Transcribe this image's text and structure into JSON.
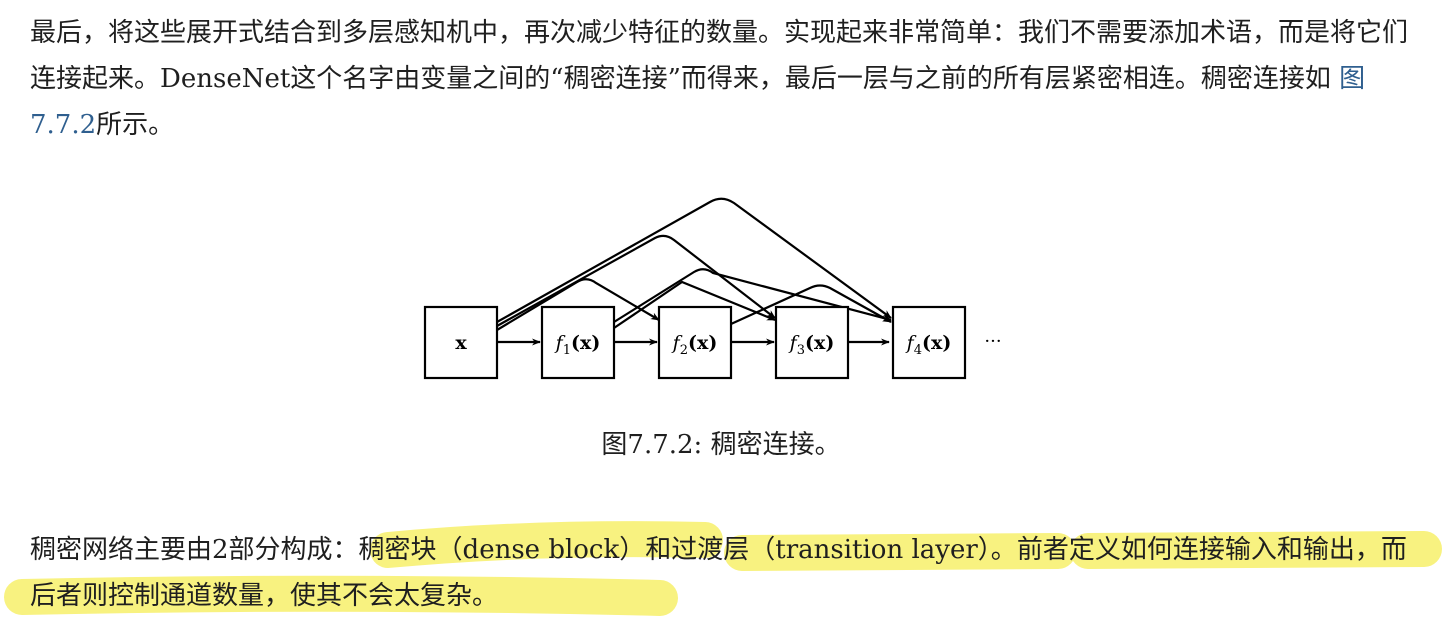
{
  "paragraph1": {
    "text_before_link": "最后，将这些展开式结合到多层感知机中，再次减少特征的数量。实现起来非常简单：我们不需要添加术语，而是将它们连接起来。DenseNet这个名字由变量之间的“稠密连接”而得来，最后一层与之前的所有层紧密相连。稠密连接如 ",
    "link_text": "图7.7.2",
    "text_after_link": "所示。"
  },
  "figure": {
    "nodes": [
      {
        "base": "x",
        "sub": ""
      },
      {
        "base": "f",
        "sub": "1"
      },
      {
        "base": "f",
        "sub": "2"
      },
      {
        "base": "f",
        "sub": "3"
      },
      {
        "base": "f",
        "sub": "4"
      }
    ],
    "arg": "(x)",
    "ellipsis": "···",
    "caption": "图7.7.2: 稠密连接。"
  },
  "paragraph2": {
    "intro": "稠密网络主要由2部分构成：",
    "hl1": "稠密块（dense block）",
    "and": "和",
    "hl2": "过渡层（transition layer）",
    "period": "。",
    "hl3": "前者定义如何连接输入和输出，而后者则控制通道数量，使其不会太复杂。",
    "highlight_color": "#f7f06a"
  }
}
